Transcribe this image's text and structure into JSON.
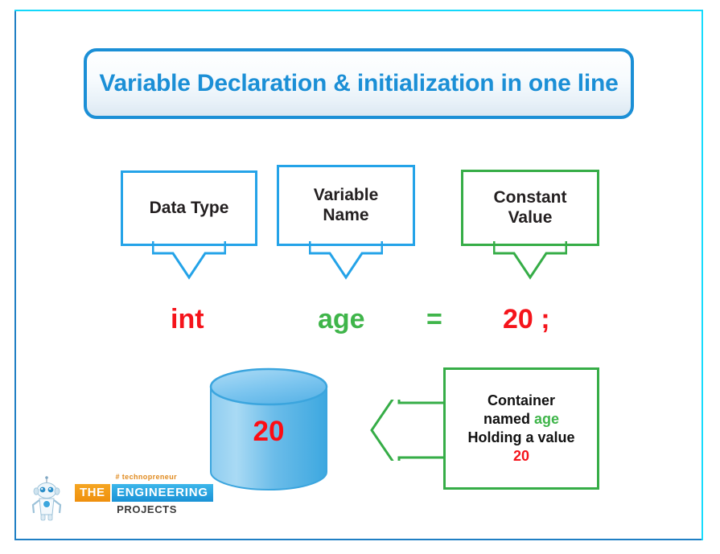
{
  "frame": {
    "border_color_left": "#1f7fc4",
    "border_color_right": "#16dcfd"
  },
  "title": {
    "text": "Variable Declaration & initialization in one line",
    "color": "#1b8fd6"
  },
  "boxes": [
    {
      "label": "Data Type",
      "color": "#24a3e8",
      "arrow": "down-arrow-icon"
    },
    {
      "label": "Variable\nName",
      "label_line1": "Variable",
      "label_line2": "Name",
      "color": "#24a3e8",
      "arrow": "down-arrow-icon"
    },
    {
      "label": "Constant\nValue",
      "label_line1": "Constant",
      "label_line2": "Value",
      "color": "#36ad47",
      "arrow": "down-arrow-icon"
    }
  ],
  "code": {
    "data_type": "int",
    "variable_name": "age",
    "assignment_operator": "=",
    "value": "20 ;",
    "type_color": "#f5141b",
    "name_color": "#3fb54a",
    "value_color": "#f5141b"
  },
  "cylinder": {
    "value": "20",
    "value_color": "#fc0d14",
    "fill_top": "#7fc6ef",
    "fill_body": "#4fb3e8"
  },
  "note": {
    "line1": "Container",
    "line2_prefix": "named ",
    "line2_variable": "age",
    "line3": "Holding a value",
    "line4_value": "20",
    "border_color": "#36ad47",
    "arrow": "left-arrow-icon"
  },
  "logo": {
    "hashtag": "# technopreneur",
    "word_the": "THE",
    "word_engineering": "ENGINEERING",
    "word_projects": "PROJECTS",
    "orange": "#ef8f0c",
    "blue": "#1a92d6"
  }
}
